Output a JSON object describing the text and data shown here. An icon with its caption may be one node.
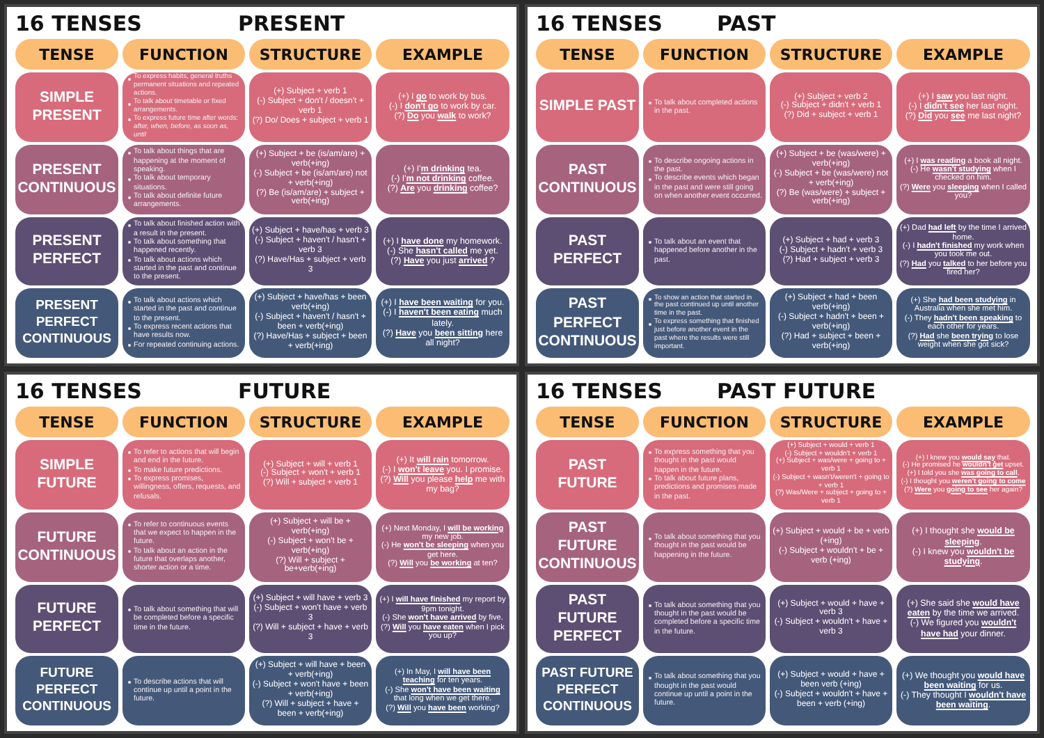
{
  "diagram": {
    "nodes": [
      {
        "text": [
          "16 TENSES",
          "PRESENT"
        ]
      },
      {
        "text": [
          "TENSE"
        ],
        "in": 0
      },
      {
        "text": [
          "FUNCTION"
        ],
        "in": 0
      },
      {
        "text": [
          "STRUCTURE"
        ],
        "in": 0
      },
      {
        "text": [
          "EXAMPLE"
        ],
        "in": 0
      },
      {
        "text": [
          "SIMPLE PRESENT"
        ],
        "in": 0
      },
      {
        "text": [
          "To express habits, general truths permanent situations and repeated actions.",
          "To talk about timetable or fixed arrangements.",
          "To express future time after words: *after, when, before, as soon as, until*"
        ],
        "in": 0
      },
      {
        "text": [
          "(+) Subject + verb 1",
          "(-) Subject + don't / doesn't + verb 1",
          "(?) Do/ Does + subject + verb 1"
        ],
        "in": 0
      },
      {
        "text": [
          "(+) I **go** to work by bus.",
          "(-) I **don't go** to work by car.",
          "(?) **Do** you **walk** to work?"
        ],
        "in": 0
      },
      {
        "text": [
          "PRESENT CONTINUOUS"
        ],
        "in": 0
      },
      {
        "text": [
          "To talk about things that are happening at the moment of speaking.",
          "To talk about temporary situations.",
          "To talk about definite future arrangements."
        ],
        "in": 0
      },
      {
        "text": [
          "(+) Subject + be (is/am/are) + verb(+ing)",
          "(-) Subject + be (is/am/are) not + verb(+ing)",
          "(?) Be (is/am/are) + subject + verb(+ing)"
        ],
        "in": 0
      },
      {
        "text": [
          "(+) I'**m drinking** tea.",
          "(-) I'**m not drinking** coffee.",
          "(?) **Are** you **drinking** coffee?"
        ],
        "in": 0
      },
      {
        "text": [
          "PRESENT PERFECT"
        ],
        "in": 0
      },
      {
        "text": [
          "To talk about finished action with a result in the present.",
          "To talk about something that happened recently.",
          "To talk about actions which started in the past and continue to the present."
        ],
        "in": 0
      },
      {
        "text": [
          "(+) Subject + have/has + verb 3",
          "(-) Subject + haven't / hasn't + verb 3",
          "(?) Have/Has + subject + verb 3"
        ],
        "in": 0
      },
      {
        "text": [
          "(+) I **have done** my homework.",
          "(-) She **hasn't called** me yet.",
          "(?) **Have** you just **arrived** ?"
        ],
        "in": 0
      },
      {
        "text": [
          "PRESENT PERFECT CONTINUOUS"
        ],
        "in": 0
      },
      {
        "text": [
          "To talk about actions which started in the past and continue to the present.",
          "To express recent actions that have results now.",
          "For repeated continuing actions."
        ],
        "in": 0
      },
      {
        "text": [
          "(+) Subject + have/has + been verb(+ing)",
          "(-) Subject + haven't / hasn't + been + verb(+ing)",
          "(?) Have/Has + subject + been + verb(+ing)"
        ],
        "in": 0
      },
      {
        "text": [
          "(+) I **have been waiting** for you.",
          "(-) I **haven't been eating** much lately.",
          "(?) **Have** you **been sitting** here all night?"
        ],
        "in": 0
      },
      {
        "text": [
          "16 TENSES",
          "PAST"
        ]
      },
      {
        "text": [
          "TENSE"
        ],
        "in": 21
      },
      {
        "text": [
          "FUNCTION"
        ],
        "in": 21
      },
      {
        "text": [
          "STRUCTURE"
        ],
        "in": 21
      },
      {
        "text": [
          "EXAMPLE"
        ],
        "in": 21
      },
      {
        "text": [
          "SIMPLE PAST"
        ],
        "in": 21
      },
      {
        "text": [
          "To talk about completed actions in the past."
        ],
        "in": 21
      },
      {
        "text": [
          "(+) Subject + verb 2",
          "(-) Subject + didn't + verb 1",
          "(?) Did + subject + verb 1"
        ],
        "in": 21
      },
      {
        "text": [
          "(+) I **saw** you last night.",
          "(-) I **didn't see** her last night.",
          "(?) **Did** you **see** me last night?"
        ],
        "in": 21
      },
      {
        "text": [
          "PAST CONTINUOUS"
        ],
        "in": 21
      },
      {
        "text": [
          "To describe ongoing actions in the past.",
          "To describe events which began in the past and were still going on when another event occurred."
        ],
        "in": 21
      },
      {
        "text": [
          "(+) Subject + be (was/were) + verb(+ing)",
          "(-) Subject + be (was/were) not + verb(+ing)",
          "(?) Be (was/were) + subject + verb(+ing)"
        ],
        "in": 21
      },
      {
        "text": [
          "(+) I **was reading** a book all night.",
          "(-) He **wasn't studying** when I checked on him.",
          "(?) **Were** you **sleeping** when I called you?"
        ],
        "in": 21
      },
      {
        "text": [
          "PAST PERFECT"
        ],
        "in": 21
      },
      {
        "text": [
          "To talk about an event that happened before another in the past."
        ],
        "in": 21
      },
      {
        "text": [
          "(+) Subject + had + verb 3",
          "(-) Subject + hadn't + verb 3",
          "(?) Had + subject + verb 3"
        ],
        "in": 21
      },
      {
        "text": [
          "(+) Dad **had left** by the time I arrived home.",
          "(-) I **hadn't finished** my work when you took me out.",
          "(?) **Had** you **talked** to her before you fired her?"
        ],
        "in": 21
      },
      {
        "text": [
          "PAST PERFECT CONTINUOUS"
        ],
        "in": 21
      },
      {
        "text": [
          "To show an action that started in the past continued up until another time in the past.",
          "To express something that finished just before another event in the past where the results were still important."
        ],
        "in": 21
      },
      {
        "text": [
          "(+) Subject + had + been verb(+ing)",
          "(-) Subject + hadn't + been + verb(+ing)",
          "(?) Had + subject + been + verb(+ing)"
        ],
        "in": 21
      },
      {
        "text": [
          "(+) She **had been studying** in Australia when she met him.",
          "(-) They **hadn't been speaking** to each other for years.",
          "(?) **Had** she **been trying** to lose weight when she got sick?"
        ],
        "in": 21
      },
      {
        "text": [
          "16 TENSES",
          "FUTURE"
        ]
      },
      {
        "text": [
          "TENSE"
        ],
        "in": 42
      },
      {
        "text": [
          "FUNCTION"
        ],
        "in": 42
      },
      {
        "text": [
          "STRUCTURE"
        ],
        "in": 42
      },
      {
        "text": [
          "EXAMPLE"
        ],
        "in": 42
      },
      {
        "text": [
          "SIMPLE FUTURE"
        ],
        "in": 42
      },
      {
        "text": [
          "To refer to actions that will begin and end in the future.",
          "To make future predictions.",
          "To express promises, willingness, offers, requests, and refusals."
        ],
        "in": 42
      },
      {
        "text": [
          "(+) Subject + will + verb 1",
          "(-) Subject + won't + verb 1",
          "(?) Will + subject + verb 1"
        ],
        "in": 42
      },
      {
        "text": [
          "(+) It **will rain** tomorrow.",
          "(-) I **won't leave** you. I promise.",
          "(?) **Will** you please **help** me with my bag?"
        ],
        "in": 42
      },
      {
        "text": [
          "FUTURE CONTINUOUS"
        ],
        "in": 42
      },
      {
        "text": [
          "To refer to continuous events that we expect to happen in the future.",
          "To talk about an action in the future that overlaps another, shorter action or a time."
        ],
        "in": 42
      },
      {
        "text": [
          "(+) Subject + will be + verb(+ing)",
          "(-) Subject + won't be + verb(+ing)",
          "(?) Will + subject + be+verb(+ing)"
        ],
        "in": 42
      },
      {
        "text": [
          "(+) Next Monday, I **will be working** my new job.",
          "(-) He **won't be sleeping** when you get here.",
          "(?) **Will** you **be working** at ten?"
        ],
        "in": 42
      },
      {
        "text": [
          "FUTURE PERFECT"
        ],
        "in": 42
      },
      {
        "text": [
          "To talk about something that will be completed before a specific time in the future."
        ],
        "in": 42
      },
      {
        "text": [
          "(+) Subject + will have + verb 3",
          "(-) Subject + won't have + verb 3",
          "(?) Will + subject + have + verb 3"
        ],
        "in": 42
      },
      {
        "text": [
          "(+) I **will have finished** my report by 9pm tonight.",
          "(-) She **won't have arrived** by five.",
          "(?) **Will** you **have eaten** when I pick you up?"
        ],
        "in": 42
      },
      {
        "text": [
          "FUTURE PERFECT CONTINUOUS"
        ],
        "in": 42
      },
      {
        "text": [
          "To describe actions that will continue up until a point in the future."
        ],
        "in": 42
      },
      {
        "text": [
          "(+) Subject + will have + been + verb(+ing)",
          "(-) Subject + won't have + been + verb(+ing)",
          "(?) Will + subject + have + been + verb(+ing)"
        ],
        "in": 42
      },
      {
        "text": [
          "(+) In May, I **will have been teaching** for ten years.",
          "(-) She **won't have been waiting** that long when we get there.",
          "(?) **Will** you **have been** working?"
        ],
        "in": 42
      },
      {
        "text": [
          "16 TENSES",
          "PAST FUTURE"
        ]
      },
      {
        "text": [
          "TENSE"
        ],
        "in": 63
      },
      {
        "text": [
          "FUNCTION"
        ],
        "in": 63
      },
      {
        "text": [
          "STRUCTURE"
        ],
        "in": 63
      },
      {
        "text": [
          "EXAMPLE"
        ],
        "in": 63
      },
      {
        "text": [
          "PAST FUTURE"
        ],
        "in": 63
      },
      {
        "text": [
          "To express something that you thought in the past would happen in the future.",
          "To talk about future plans, predictions and promises made in the past."
        ],
        "in": 63
      },
      {
        "text": [
          "(+) Subject + would + verb 1",
          "(-) Subject + wouldn't + verb 1",
          "(+) Subject + was/were + going to + verb 1",
          "(-) Subject + wasn't/weren't + going to + verb 1",
          "(?) Was/Were + subject + going to + verb 1"
        ],
        "in": 63
      },
      {
        "text": [
          "(+) I knew you **would say** that.",
          "(-) He promised he **wouldn't get** upset.",
          "(+) I told you she **was going to call**.",
          "(-) I thought you **weren't going to come**",
          "(?) **Were** you **going to see** her again?"
        ],
        "in": 63
      },
      {
        "text": [
          "PAST FUTURE CONTINUOUS"
        ],
        "in": 63
      },
      {
        "text": [
          "To talk about something that you thought in the past would be happening in the future."
        ],
        "in": 63
      },
      {
        "text": [
          "(+) Subject + would + be + verb (+ing)",
          "(-) Subject + wouldn't + be + verb (+ing)"
        ],
        "in": 63
      },
      {
        "text": [
          "(+) I thought she **would be sleeping**.",
          "(-) I knew you **wouldn't be studying**."
        ],
        "in": 63
      },
      {
        "text": [
          "PAST FUTURE PERFECT"
        ],
        "in": 63
      },
      {
        "text": [
          "To talk about something that you thought in the past would be completed before a specific time in the future."
        ],
        "in": 63
      },
      {
        "text": [
          "(+) Subject + would + have + verb 3",
          "(-) Subject + wouldn't + have + verb 3"
        ],
        "in": 63
      },
      {
        "text": [
          "(+) She said she **would have eaten** by the time we arrived.",
          "(-) We figured you **wouldn't have had** your dinner."
        ],
        "in": 63
      },
      {
        "text": [
          "PAST FUTURE PERFECT CONTINUOUS"
        ],
        "in": 63
      },
      {
        "text": [
          "To talk about something that you thought in the past would continue up until a point in the future."
        ],
        "in": 63
      },
      {
        "text": [
          "(+) Subject + would + have + been verb (+ing)",
          "(-) Subject + wouldn't + have + been + verb (+ing)"
        ],
        "in": 63
      },
      {
        "text": [
          "(+) We thought you **would have been waiting** for us.",
          "(-) They thought I **wouldn't have been waiting**."
        ],
        "in": 63
      }
    ]
  }
}
